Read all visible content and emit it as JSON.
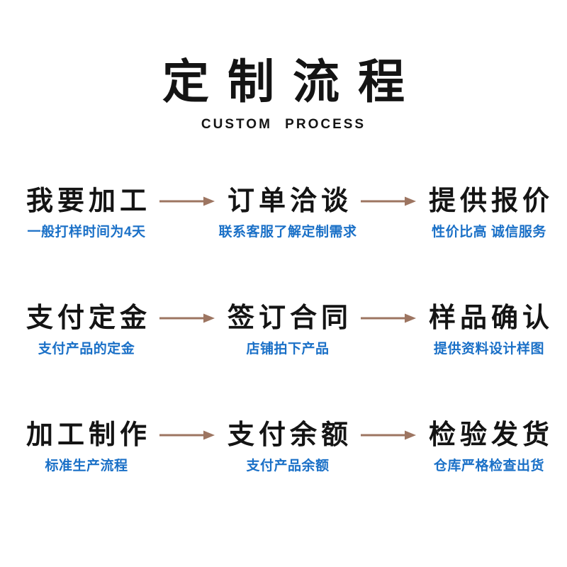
{
  "colors": {
    "ink": "#141414",
    "accent-blue": "#1a70c7",
    "arrow-brown": "#9d7561",
    "background": "#ffffff"
  },
  "header": {
    "title_cn": "定制流程",
    "title_en": "CUSTOM PROCESS"
  },
  "icons": {
    "arrow": "right-arrow"
  },
  "flow": {
    "rows": [
      {
        "steps": [
          {
            "title": "我要加工",
            "subtitle": "一般打样时间为4天"
          },
          {
            "title": "订单洽谈",
            "subtitle": "联系客服了解定制需求"
          },
          {
            "title": "提供报价",
            "subtitle": "性价比高 诚信服务"
          }
        ]
      },
      {
        "steps": [
          {
            "title": "支付定金",
            "subtitle": "支付产品的定金"
          },
          {
            "title": "签订合同",
            "subtitle": "店铺拍下产品"
          },
          {
            "title": "样品确认",
            "subtitle": "提供资料设计样图"
          }
        ]
      },
      {
        "steps": [
          {
            "title": "加工制作",
            "subtitle": "标准生产流程"
          },
          {
            "title": "支付余额",
            "subtitle": "支付产品余额"
          },
          {
            "title": "检验发货",
            "subtitle": "仓库严格检查出货"
          }
        ]
      }
    ]
  }
}
